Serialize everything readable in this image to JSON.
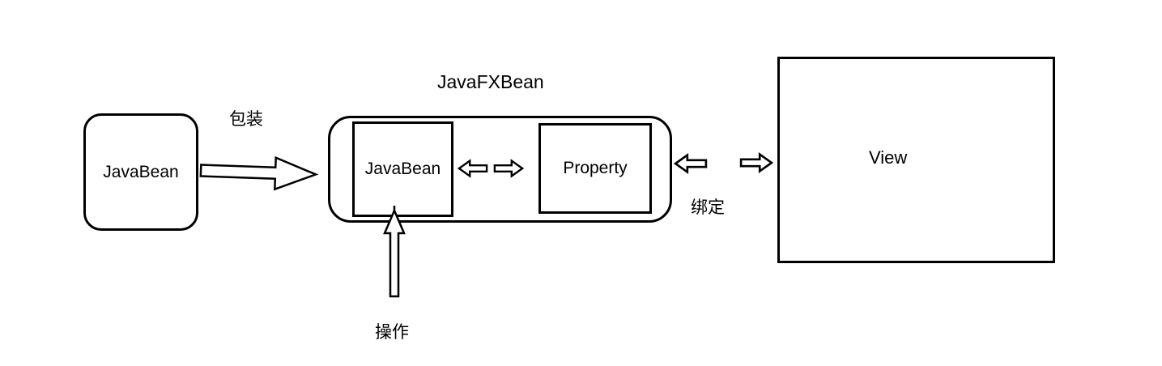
{
  "diagram": {
    "title": "JavaFXBean",
    "labels": {
      "wrap": "包装",
      "bind": "绑定",
      "operate": "操作"
    },
    "boxes": {
      "java_bean": "JavaBean",
      "inner_java_bean": "JavaBean",
      "property": "Property",
      "view": "View"
    },
    "colors": {
      "stroke": "#000000",
      "background": "#ffffff"
    }
  }
}
